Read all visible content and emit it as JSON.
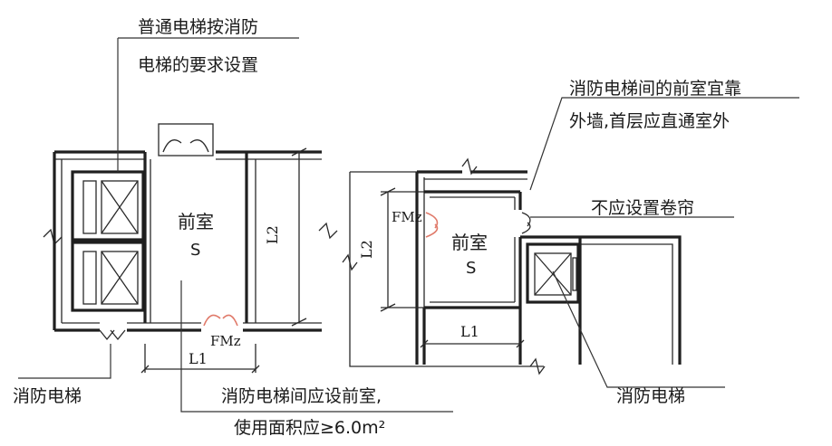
{
  "annotations": {
    "left_note": [
      "普通电梯按消防",
      "电梯的要求设置"
    ],
    "left_elevator": "消防电梯",
    "bottom_note": [
      "消防电梯间应设前室,",
      "使用面积应≥6.0m²"
    ],
    "right_note": [
      "消防电梯间的前室宜靠",
      "外墙,首层应直通室外"
    ],
    "no_shutter": "不应设置卷帘",
    "right_elevator": "消防电梯"
  },
  "left_plan": {
    "room_name": "前室",
    "room_symbol": "S",
    "door_label": "FMz",
    "dim_width": "L1",
    "dim_length": "L2"
  },
  "right_plan": {
    "room_name": "前室",
    "room_symbol": "S",
    "door_label": "FMz",
    "dim_width": "L1",
    "dim_length": "L2"
  },
  "colors": {
    "line": "#1f1f1f",
    "fire_door": "#e07a6a"
  }
}
